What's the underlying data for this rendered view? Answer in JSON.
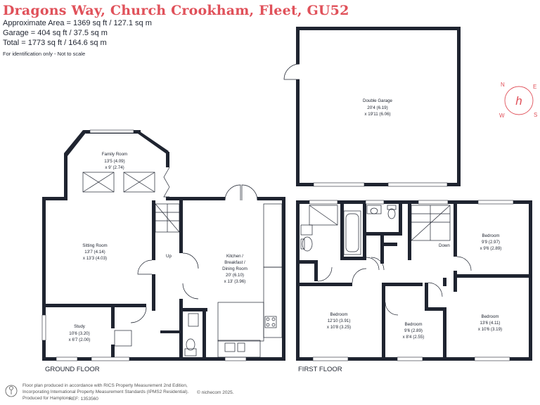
{
  "header": {
    "title": "Dragons Way, Church Crookham, Fleet, GU52",
    "approx_area": "Approximate Area = 1369 sq ft / 127.1 sq m",
    "garage_area": "Garage = 404 sq ft / 37.5 sq m",
    "total_area": "Total = 1773 sq ft / 164.6 sq m",
    "note": "For identification only - Not to scale"
  },
  "compass": {
    "n": "N",
    "e": "E",
    "s": "S",
    "w": "W",
    "logo": "h",
    "accent": "#e0515a"
  },
  "ground_floor": {
    "label": "GROUND FLOOR",
    "rooms": {
      "family": {
        "name": "Family Room",
        "dim1": "13'5 (4.09)",
        "dim2": "x 9' (2.74)"
      },
      "sitting": {
        "name": "Sitting Room",
        "dim1": "13'7 (4.14)",
        "dim2": "x 13'3 (4.03)"
      },
      "study": {
        "name": "Study",
        "dim1": "10'6 (3.20)",
        "dim2": "x 6'7 (2.00)"
      },
      "kitchen": {
        "name1": "Kitchen /",
        "name2": "Breakfast /",
        "name3": "Dining Room",
        "dim1": "20' (6.10)",
        "dim2": "x 13' (3.96)"
      }
    },
    "up_label": "Up"
  },
  "garage": {
    "name": "Double Garage",
    "dim1": "20'4 (6.19)",
    "dim2": "x 19'11 (6.06)"
  },
  "first_floor": {
    "label": "FIRST FLOOR",
    "down_label": "Down",
    "rooms": {
      "bed_ne": {
        "name": "Bedroom",
        "dim1": "9'9 (2.97)",
        "dim2": "x 9'6 (2.89)"
      },
      "bed_sw": {
        "name": "Bedroom",
        "dim1": "12'10 (3.91)",
        "dim2": "x 10'8 (3.25)"
      },
      "bed_sm": {
        "name": "Bedroom",
        "dim1": "9'6 (2.89)",
        "dim2": "x 8'4 (2.55)"
      },
      "bed_se": {
        "name": "Bedroom",
        "dim1": "13'6 (4.11)",
        "dim2": "x 10'6 (3.19)"
      }
    }
  },
  "footer": {
    "line1": "Floor plan produced in accordance with RICS Property Measurement 2nd Edition,",
    "line2": "Incorporating International Property Measurement Standards (IPMS2 Residential).",
    "line3": "Produced for Hamptons.",
    "ref": "REF:  1353560",
    "brand": "nichecom 2025."
  }
}
